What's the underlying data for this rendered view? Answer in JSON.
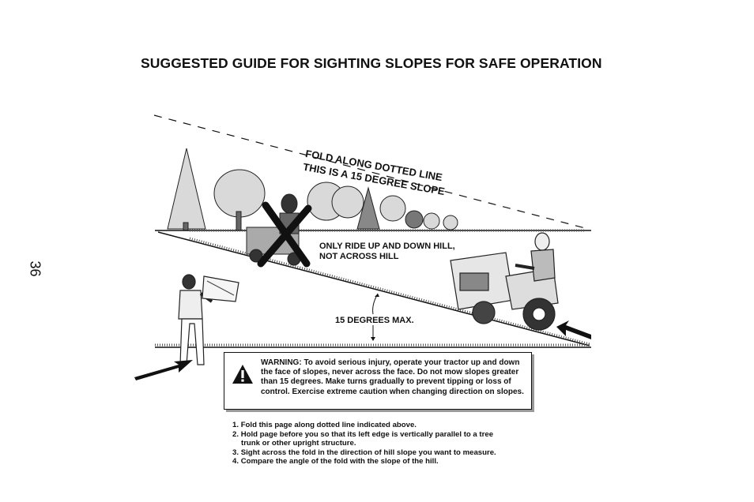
{
  "title": "SUGGESTED GUIDE FOR SIGHTING SLOPES FOR SAFE OPERATION",
  "page_number": "36",
  "fold_label": {
    "line1": "FOLD ALONG DOTTED LINE",
    "line2": "THIS IS A 15 DEGREE SLOPE"
  },
  "ride_label": {
    "line1": "ONLY RIDE UP AND DOWN HILL,",
    "line2": "NOT ACROSS HILL"
  },
  "degrees_label": "15 DEGREES MAX.",
  "warning": {
    "icon": "warning-triangle-icon",
    "text": "WARNING: To avoid serious injury, operate your tractor up and down the face of slopes, never across the face. Do not mow slopes greater than 15 degrees. Make turns gradually to prevent tipping or loss of control. Exercise extreme caution when changing direction on slopes."
  },
  "steps": [
    {
      "num": "1.",
      "text": "Fold this page along dotted line indicated above."
    },
    {
      "num": "2.",
      "text": "Hold page before you so that its left edge is vertically parallel to a tree",
      "cont": "trunk or other upright structure."
    },
    {
      "num": "3.",
      "text": "Sight across the fold in the direction of hill slope you want to measure."
    },
    {
      "num": "4.",
      "text": "Compare the angle of the fold with the slope of the hill."
    }
  ]
}
